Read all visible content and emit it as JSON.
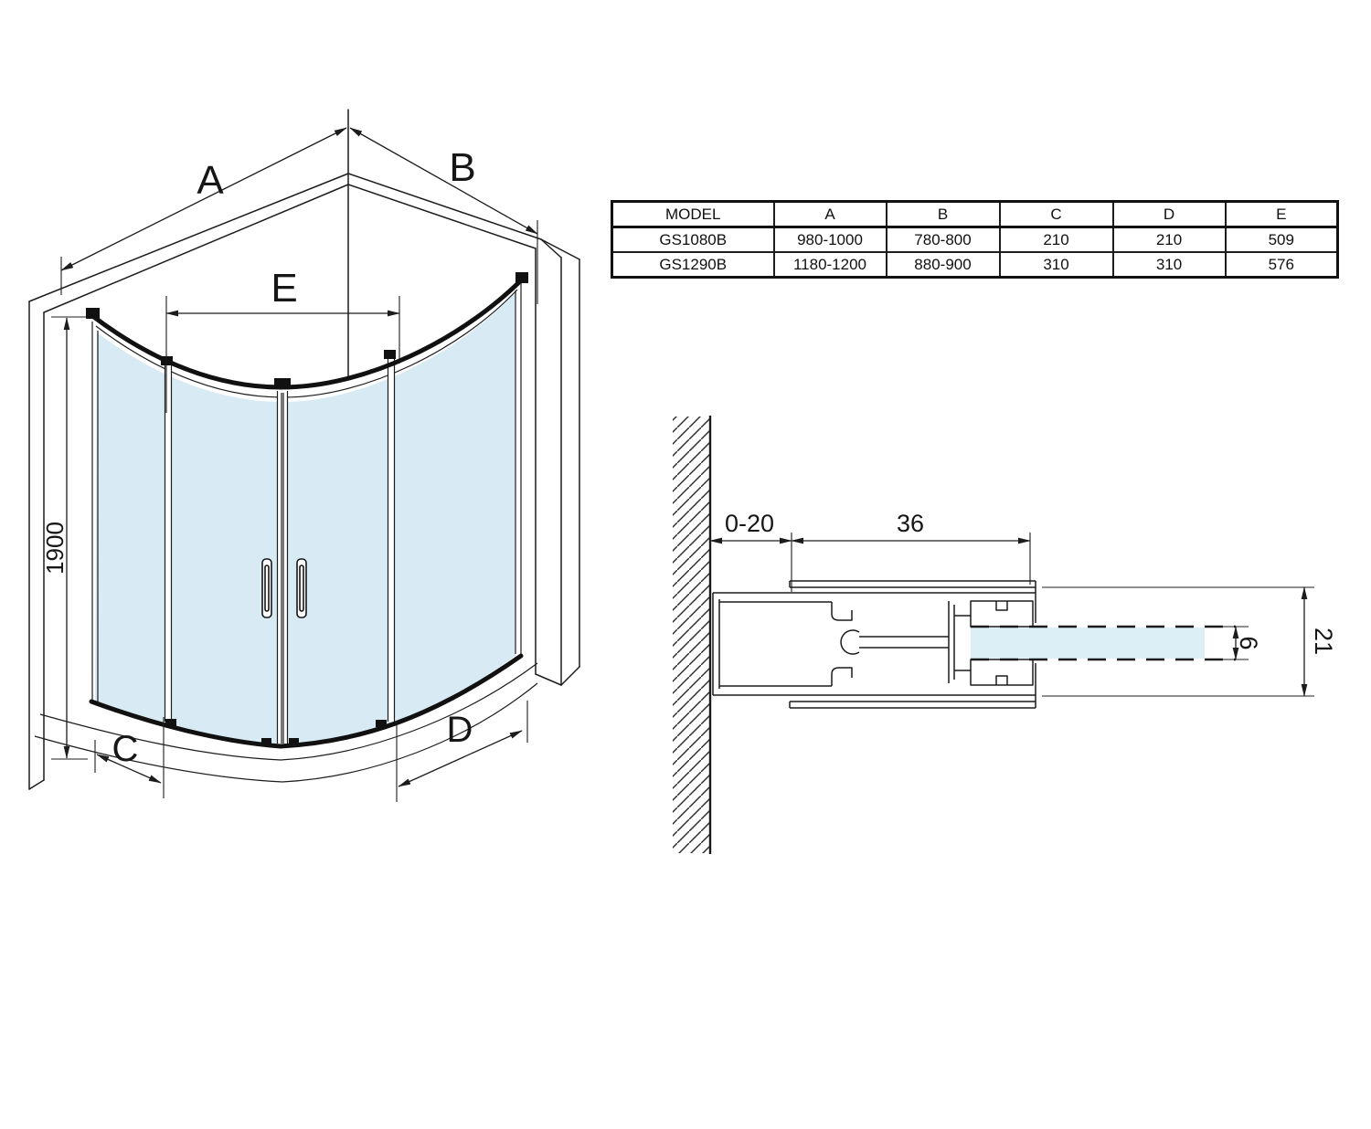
{
  "iso": {
    "dim_a": "A",
    "dim_b": "B",
    "dim_c": "C",
    "dim_d": "D",
    "dim_e": "E",
    "height": "1900"
  },
  "profile": {
    "wall_offset": "0-20",
    "frame_width": "36",
    "glass_thickness": "6",
    "frame_depth": "21"
  },
  "table": {
    "headers": [
      "MODEL",
      "A",
      "B",
      "C",
      "D",
      "E"
    ],
    "rows": [
      {
        "model": "GS1080B",
        "a": "980-1000",
        "b": "780-800",
        "c": "210",
        "d": "210",
        "e": "509"
      },
      {
        "model": "GS1290B",
        "a": "1180-1200",
        "b": "880-900",
        "c": "310",
        "d": "310",
        "e": "576"
      }
    ]
  },
  "colors": {
    "glass": "#d8ebf4",
    "line": "#1c1c1c"
  }
}
